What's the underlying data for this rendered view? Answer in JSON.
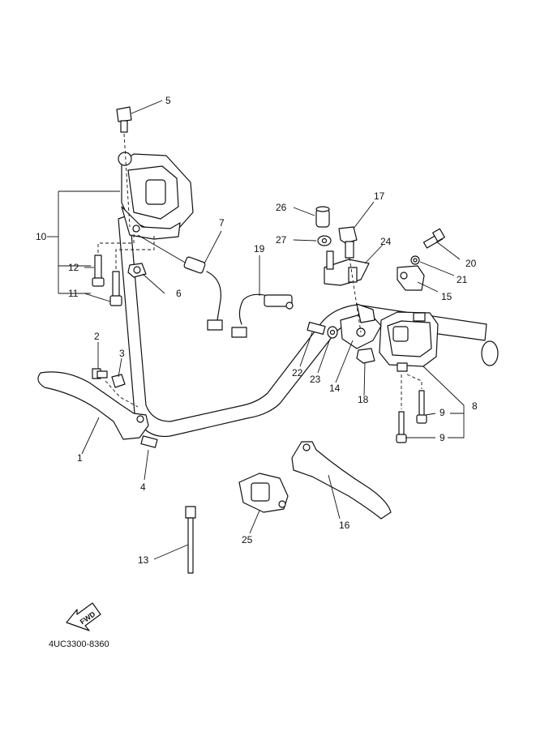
{
  "diagram": {
    "callouts": [
      {
        "id": "c1",
        "text": "1"
      },
      {
        "id": "c2",
        "text": "2"
      },
      {
        "id": "c3",
        "text": "3"
      },
      {
        "id": "c4",
        "text": "4"
      },
      {
        "id": "c5",
        "text": "5"
      },
      {
        "id": "c6",
        "text": "6"
      },
      {
        "id": "c7",
        "text": "7"
      },
      {
        "id": "c8",
        "text": "8"
      },
      {
        "id": "c9a",
        "text": "9"
      },
      {
        "id": "c9b",
        "text": "9"
      },
      {
        "id": "c10",
        "text": "10"
      },
      {
        "id": "c11",
        "text": "11"
      },
      {
        "id": "c12",
        "text": "12"
      },
      {
        "id": "c13",
        "text": "13"
      },
      {
        "id": "c14",
        "text": "14"
      },
      {
        "id": "c15",
        "text": "15"
      },
      {
        "id": "c16",
        "text": "16"
      },
      {
        "id": "c17",
        "text": "17"
      },
      {
        "id": "c18",
        "text": "18"
      },
      {
        "id": "c19",
        "text": "19"
      },
      {
        "id": "c20",
        "text": "20"
      },
      {
        "id": "c21",
        "text": "21"
      },
      {
        "id": "c22",
        "text": "22"
      },
      {
        "id": "c23",
        "text": "23"
      },
      {
        "id": "c24",
        "text": "24"
      },
      {
        "id": "c25",
        "text": "25"
      },
      {
        "id": "c26",
        "text": "26"
      },
      {
        "id": "c27",
        "text": "27"
      }
    ],
    "fwd_label": "FWD",
    "diagram_code": "4UC3300-8360"
  }
}
